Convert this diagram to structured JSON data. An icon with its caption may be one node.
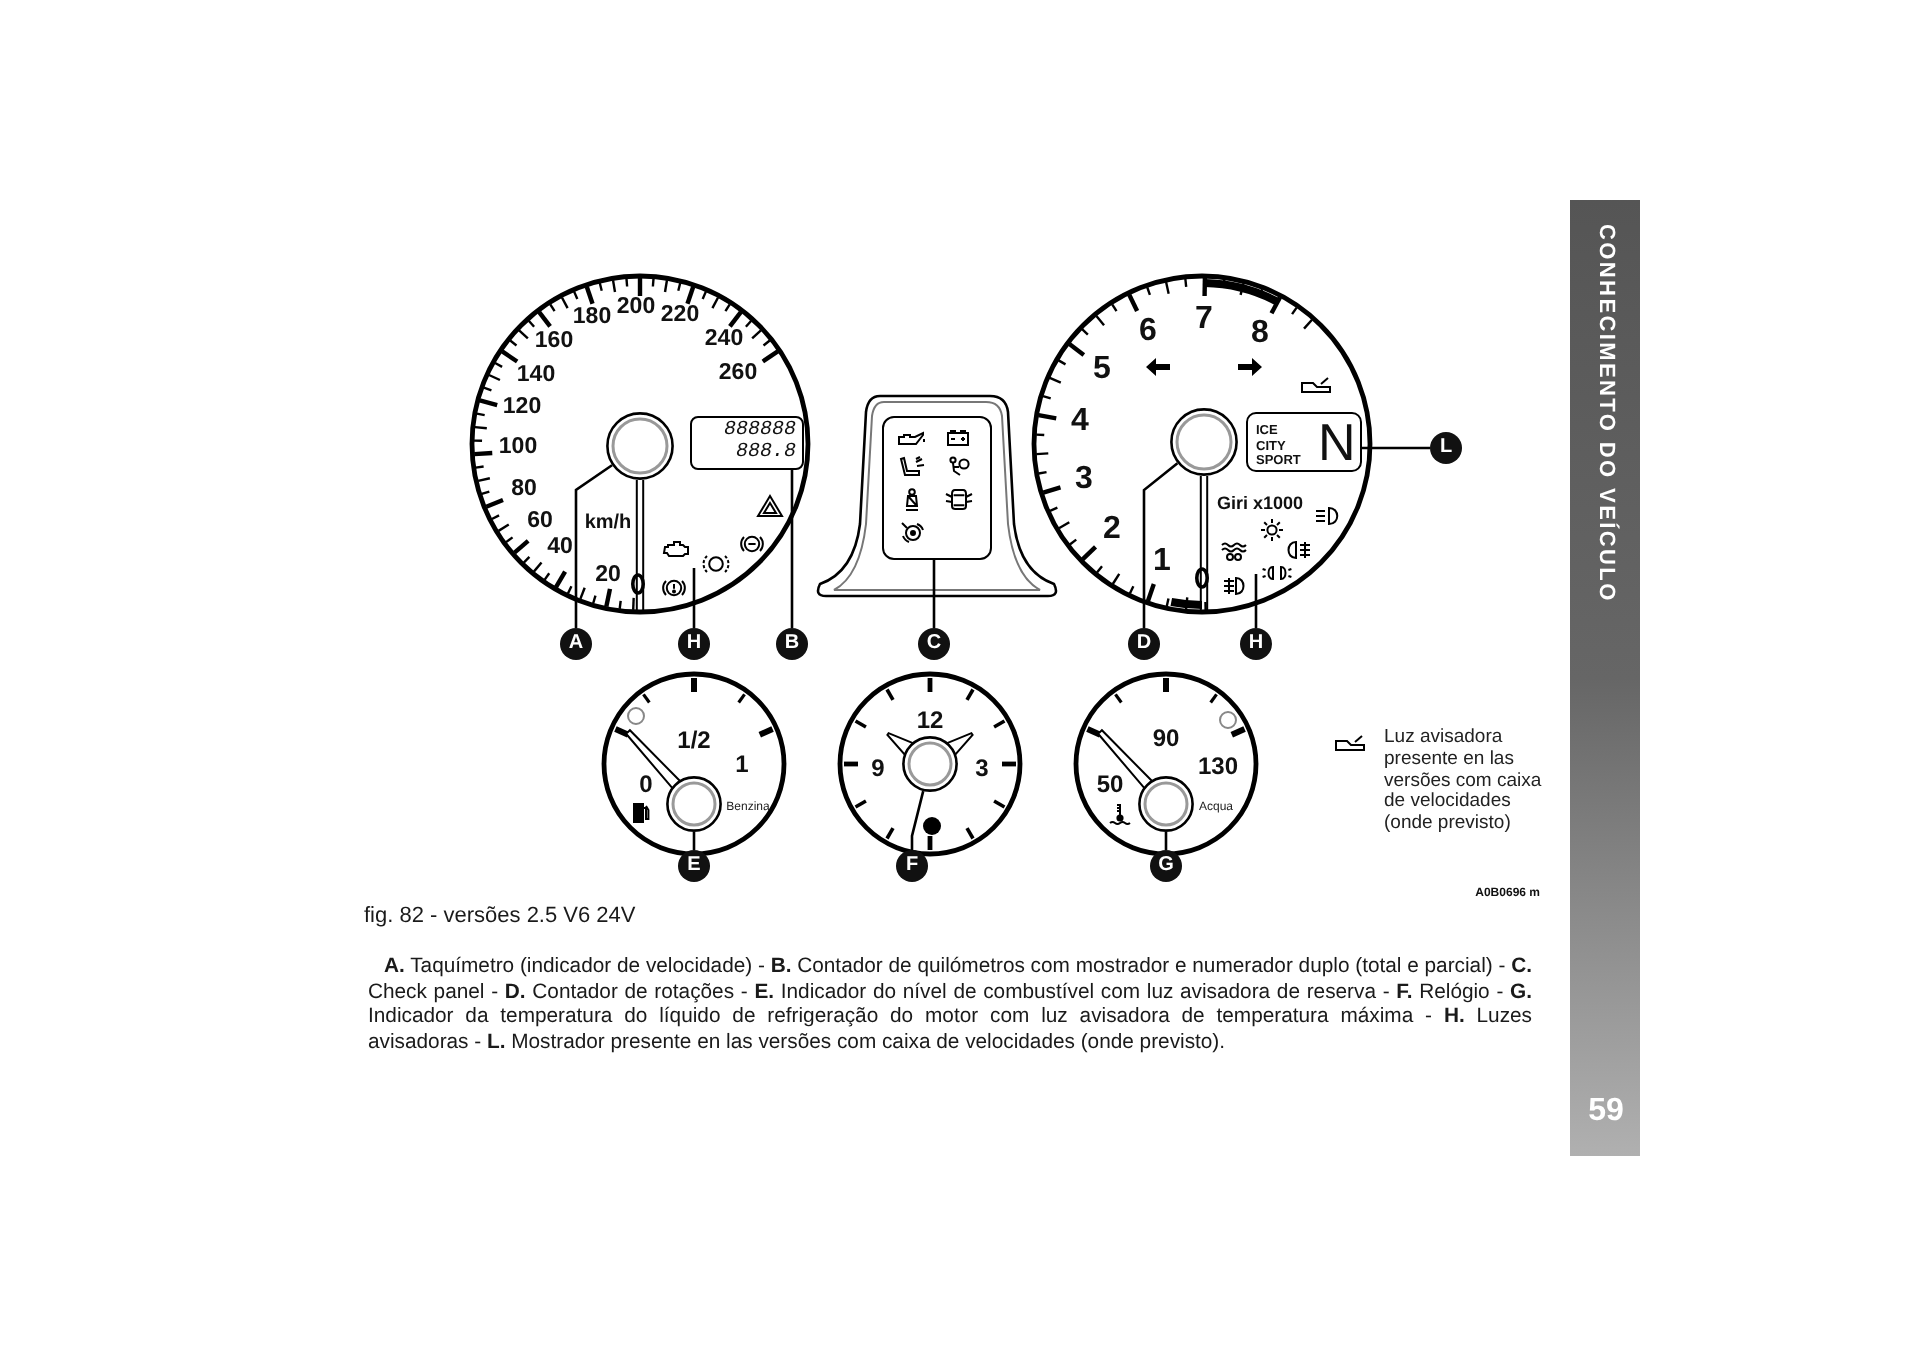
{
  "diagram": {
    "caption": "fig. 82 - versões 2.5 V6 24V",
    "nodes": [
      {
        "text": [],
        "shape": "circle"
      },
      {
        "text": [
          "888888",
          "888.8"
        ]
      },
      {
        "text": [],
        "shape": "box"
      },
      {
        "text": [],
        "shape": "circle"
      },
      {
        "text": [
          "ICE CITY SPORT",
          "N"
        ]
      },
      {
        "text": [
          "L"
        ]
      },
      {
        "text": [
          "A"
        ]
      },
      {
        "text": [
          "H"
        ]
      },
      {
        "text": [
          "B"
        ]
      },
      {
        "text": [
          "C"
        ]
      },
      {
        "text": [
          "D"
        ]
      },
      {
        "text": [
          "H"
        ]
      },
      {
        "text": [],
        "shape": "circle",
        "beside": [
          "Benzina"
        ]
      },
      {
        "text": [],
        "shape": "circle"
      },
      {
        "text": [],
        "shape": "circle",
        "beside": [
          "Acqua"
        ]
      },
      {
        "text": [
          "E"
        ]
      },
      {
        "text": [
          "F"
        ]
      },
      {
        "text": [
          "G"
        ]
      }
    ],
    "edges": [
      {
        "from": 6,
        "to": 0,
        "arrow": "none"
      },
      {
        "from": 7,
        "to": null,
        "arrow": "none"
      },
      {
        "from": 8,
        "to": 1,
        "arrow": "none"
      },
      {
        "from": 9,
        "to": 2,
        "arrow": "none"
      },
      {
        "from": 10,
        "to": 3,
        "arrow": "none"
      },
      {
        "from": 11,
        "to": null,
        "arrow": "none"
      },
      {
        "from": 5,
        "to": 4,
        "arrow": "none"
      },
      {
        "from": 15,
        "to": 12,
        "arrow": "none"
      },
      {
        "from": 16,
        "to": 13,
        "arrow": "none"
      },
      {
        "from": 17,
        "to": 14,
        "arrow": "none"
      }
    ],
    "labels": [
      "CONHECIMENTO DO VEÍCULO",
      "180",
      "200",
      "220",
      "160",
      "240",
      "140",
      "260",
      "120",
      "100",
      "80",
      "60",
      "40",
      "20",
      "km/h",
      "6",
      "7",
      "8",
      "5",
      "4",
      "3",
      "2",
      "1",
      "Giri x1000",
      "1/2",
      "0",
      "1",
      "12",
      "9",
      "3",
      "90",
      "50",
      "130",
      "A0B0696 m",
      "**A.** Taquímetro (indicador de velocidade) - **B.** Contador de quilómetros com mostrador e numerador duplo (total e parcial) - **C.** Check panel - **D.** Contador de rotações - **E.** Indicador do nível de combustível com luz avisadora de reserva - **F.** Relógio - **G.** Indicador da temperatura do líquido de refrigeração do motor com luz avisadora de temperatura máxima - **H.** Luzes avisadoras - **L.** Mostrador presente en las versões com caixa de velocidades (onde previsto).",
      "59"
    ],
    "legend": [
      {
        "text": "Luz avisadora presente en las versões com caixa de velocidades (onde previsto)"
      }
    ]
  }
}
